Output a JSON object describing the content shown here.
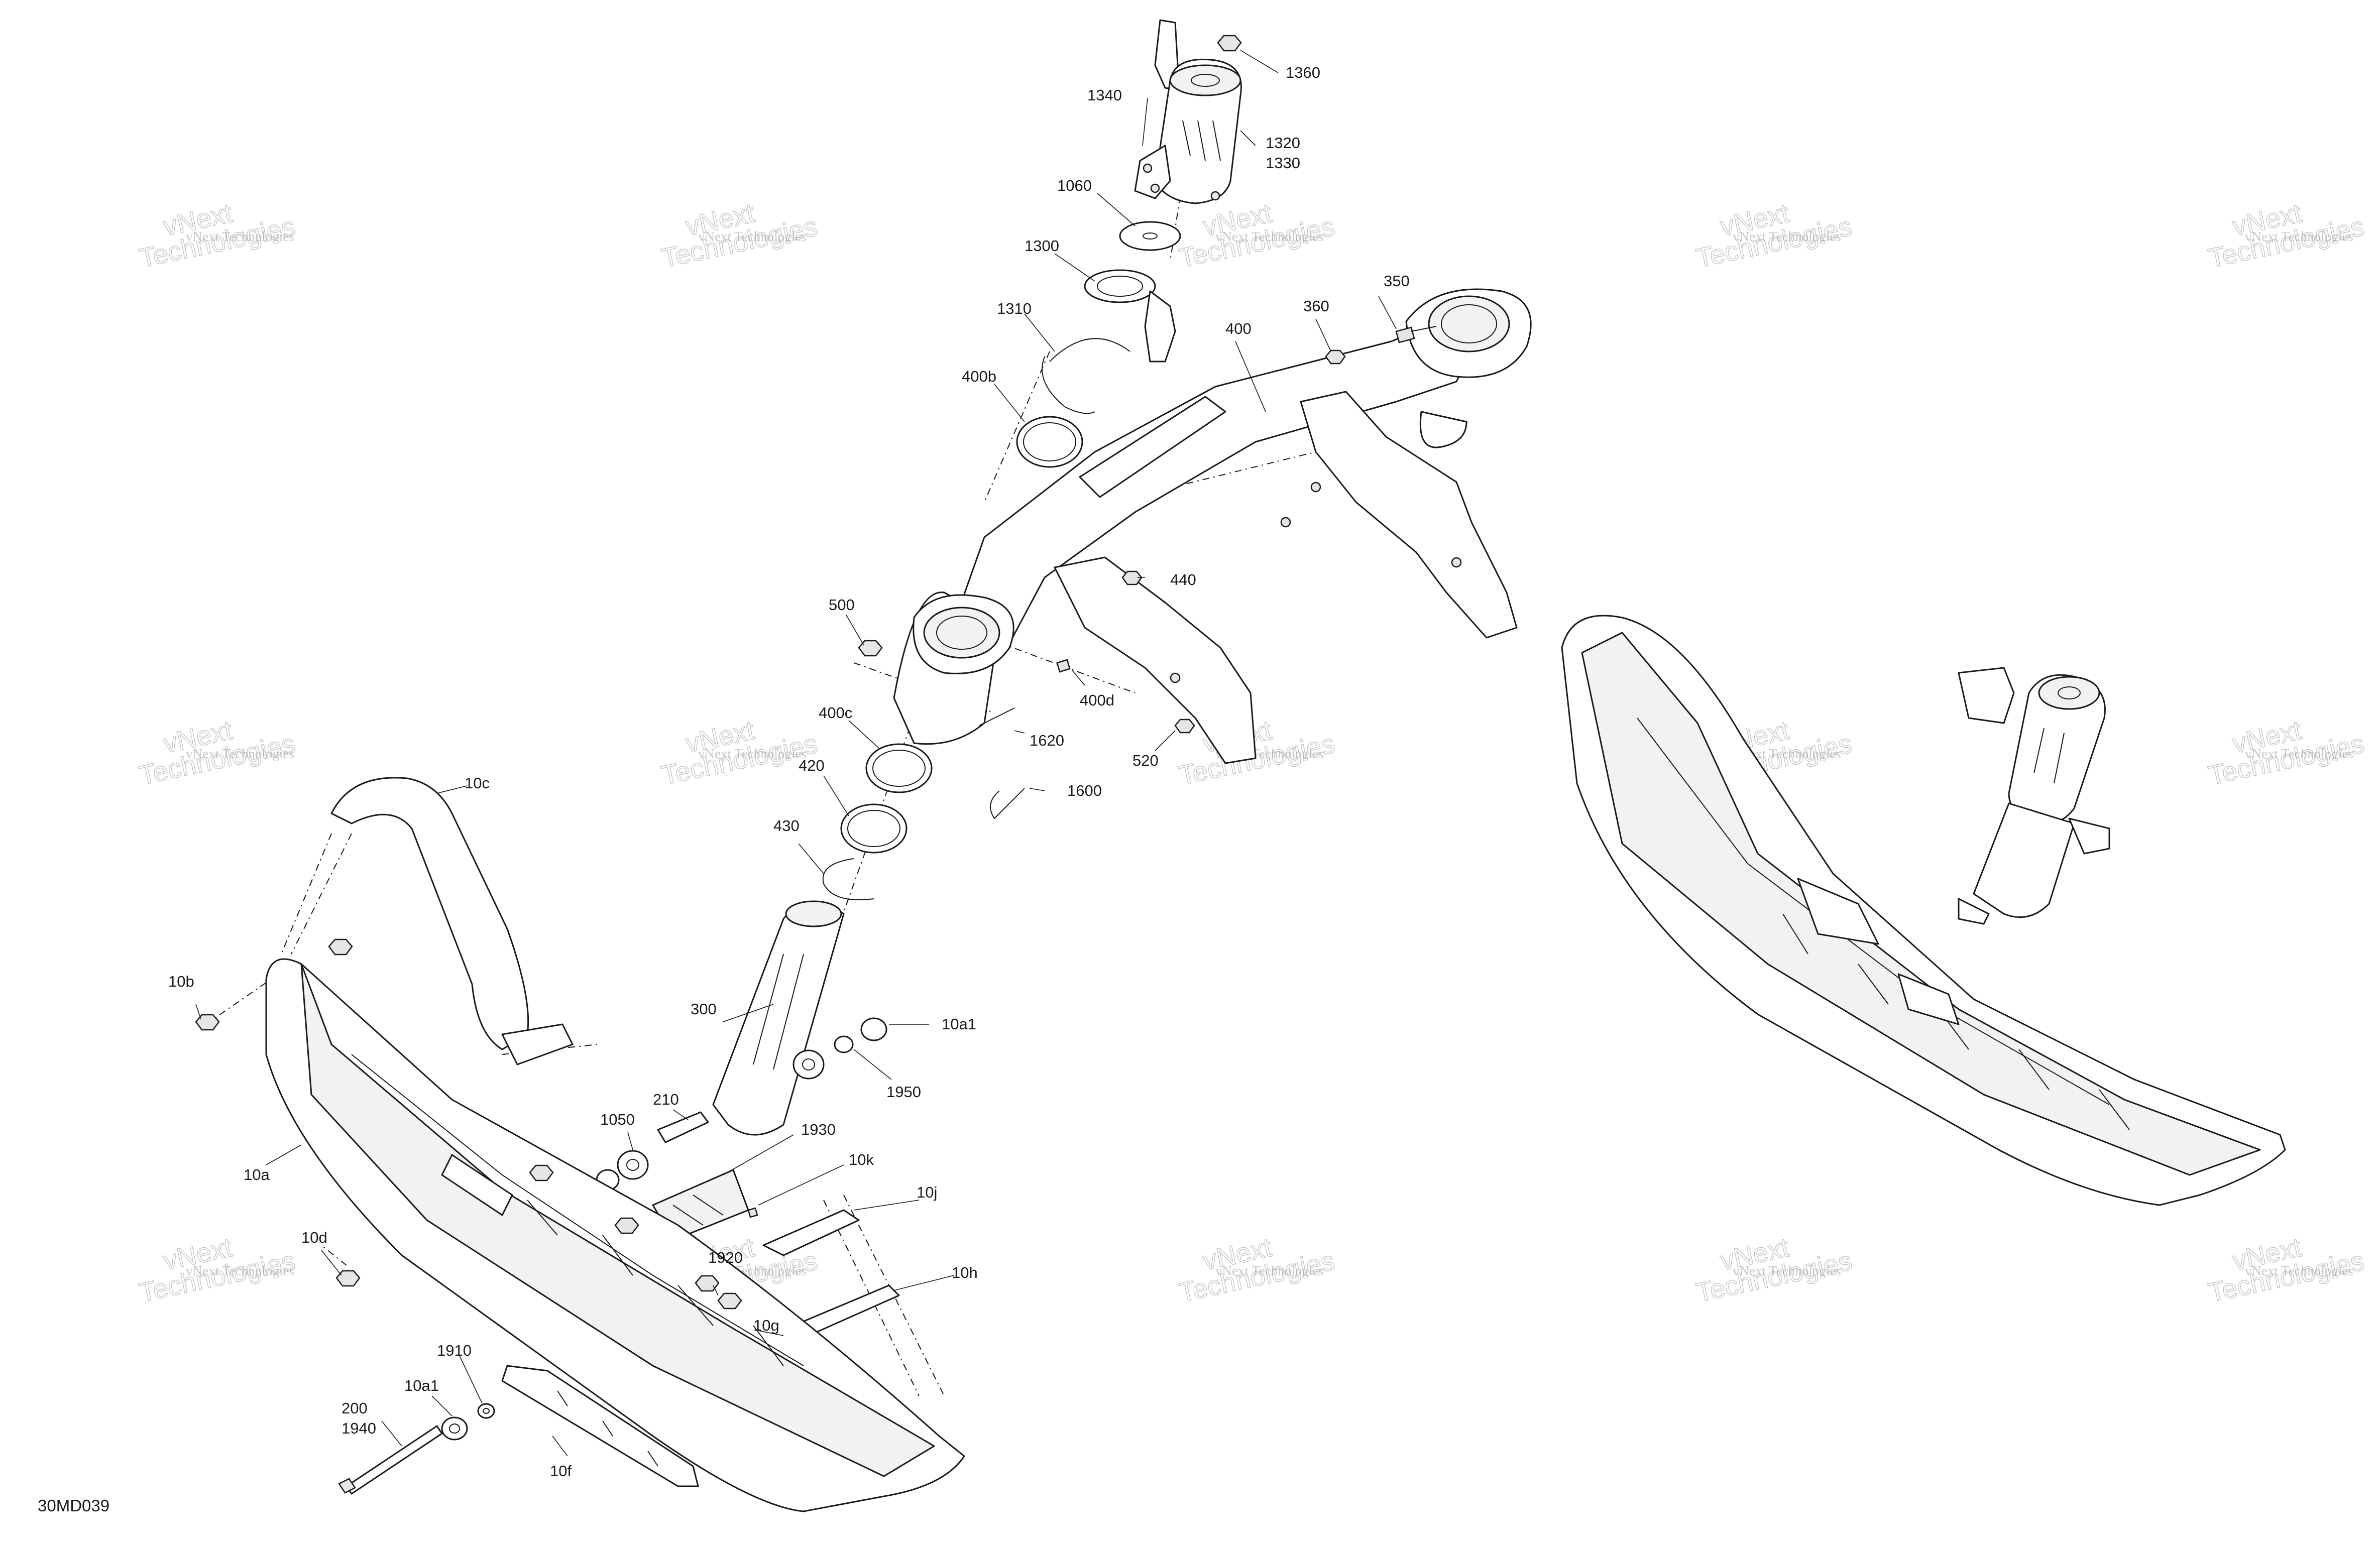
{
  "diagram_id": "30MD039",
  "watermark": {
    "small": "vNext Technologies",
    "big_line1": "vNext",
    "big_line2": "Technologies"
  },
  "callouts": {
    "c1360": "1360",
    "c1340": "1340",
    "c1320": "1320",
    "c1330": "1330",
    "c1060": "1060",
    "c1300": "1300",
    "c1310": "1310",
    "c350": "350",
    "c360": "360",
    "c400": "400",
    "c400b": "400b",
    "c440": "440",
    "c500": "500",
    "c400d": "400d",
    "c400c": "400c",
    "c1620": "1620",
    "c520": "520",
    "c420": "420",
    "c1600": "1600",
    "c10c": "10c",
    "c430": "430",
    "c10b": "10b",
    "c300": "300",
    "c10a1_top": "10a1",
    "c1950": "1950",
    "c210": "210",
    "c1050": "1050",
    "c1930": "1930",
    "c10a": "10a",
    "c10k": "10k",
    "c10j": "10j",
    "c10d": "10d",
    "c1920": "1920",
    "c10h": "10h",
    "c10g": "10g",
    "c1910": "1910",
    "c10a1_bottom": "10a1",
    "c200": "200",
    "c1940": "1940",
    "c10f": "10f"
  }
}
